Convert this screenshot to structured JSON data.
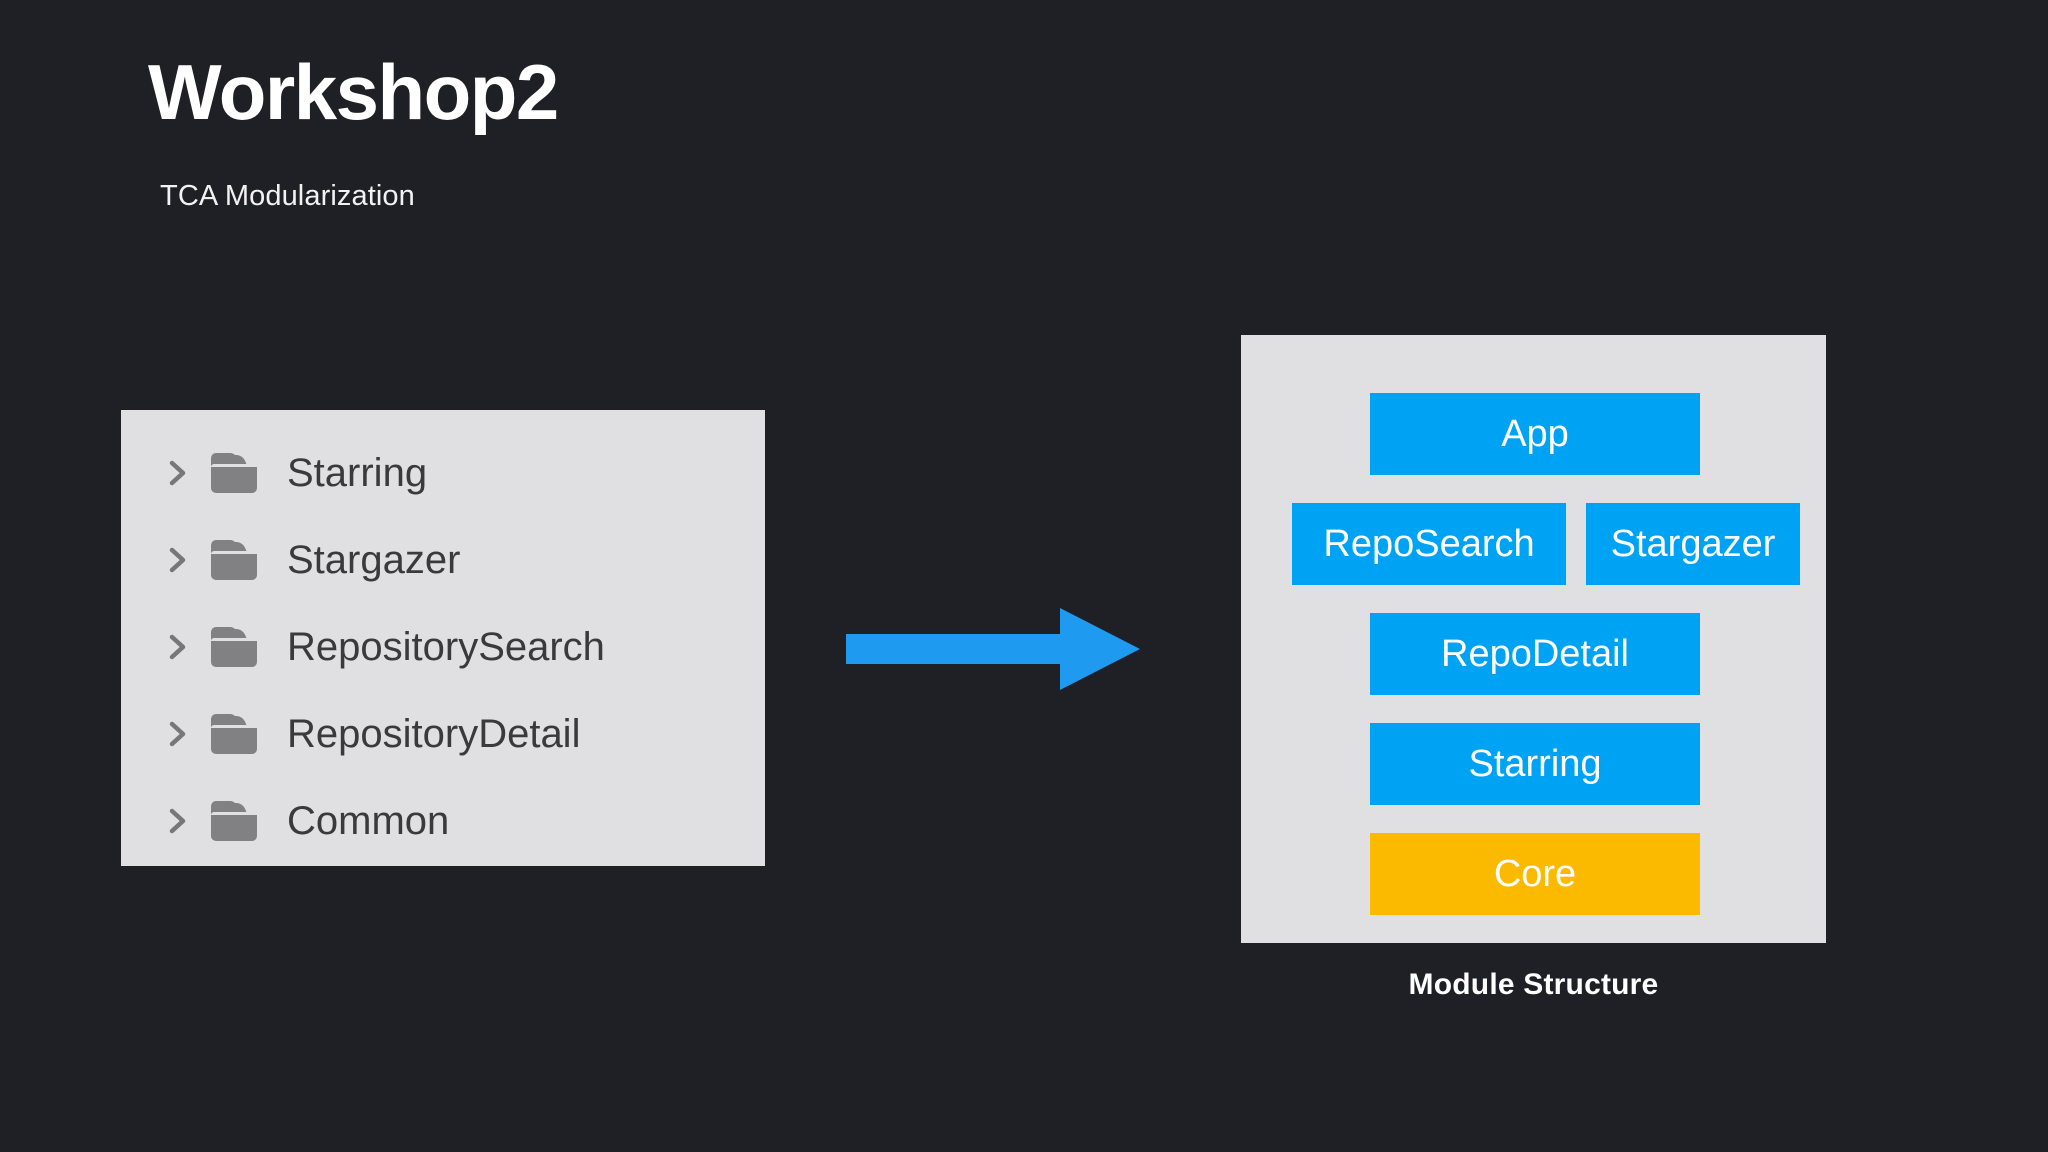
{
  "theme": {
    "background": "#1f1f26",
    "panel_background": "#e0e0e2",
    "accent_blue": "#00a2f3",
    "accent_amber": "#fbb900",
    "arrow_blue": "#1e9af0",
    "folder_gray": "#818184",
    "tree_text": "#3a3a3c",
    "title_text": "#ffffff"
  },
  "header": {
    "title": "Workshop2",
    "subtitle": "TCA Modularization"
  },
  "folder_tree": {
    "items": [
      {
        "label": "Starring",
        "chevron": "chevron-right-icon",
        "icon": "folder-icon",
        "expanded": false
      },
      {
        "label": "Stargazer",
        "chevron": "chevron-right-icon",
        "icon": "folder-icon",
        "expanded": false
      },
      {
        "label": "RepositorySearch",
        "chevron": "chevron-right-icon",
        "icon": "folder-icon",
        "expanded": false
      },
      {
        "label": "RepositoryDetail",
        "chevron": "chevron-right-icon",
        "icon": "folder-icon",
        "expanded": false
      },
      {
        "label": "Common",
        "chevron": "chevron-right-icon",
        "icon": "folder-icon",
        "expanded": false
      }
    ]
  },
  "arrow": {
    "icon": "arrow-right-icon",
    "direction": "right",
    "color": "#1e9af0"
  },
  "module_structure": {
    "caption": "Module Structure",
    "boxes": [
      {
        "label": "App",
        "color": "#00a2f3",
        "row": 1,
        "span": "full"
      },
      {
        "label": "RepoSearch",
        "color": "#00a2f3",
        "row": 2,
        "span": "left"
      },
      {
        "label": "Stargazer",
        "color": "#00a2f3",
        "row": 2,
        "span": "right"
      },
      {
        "label": "RepoDetail",
        "color": "#00a2f3",
        "row": 3,
        "span": "full"
      },
      {
        "label": "Starring",
        "color": "#00a2f3",
        "row": 4,
        "span": "full"
      },
      {
        "label": "Core",
        "color": "#fbb900",
        "row": 5,
        "span": "full"
      }
    ]
  }
}
